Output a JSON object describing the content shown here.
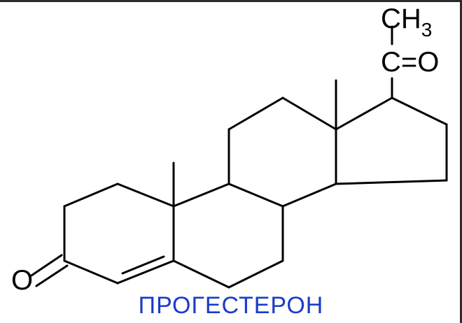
{
  "compound_name": "ПРОГЕСТЕРОН",
  "labels": {
    "methyl_top": "CH",
    "methyl_sub": "3",
    "ketone_top": "C=O",
    "ketone_ring": "O"
  },
  "colors": {
    "caption": "#1a3cc8",
    "bonds": "#000000",
    "background": "#ffffff"
  }
}
